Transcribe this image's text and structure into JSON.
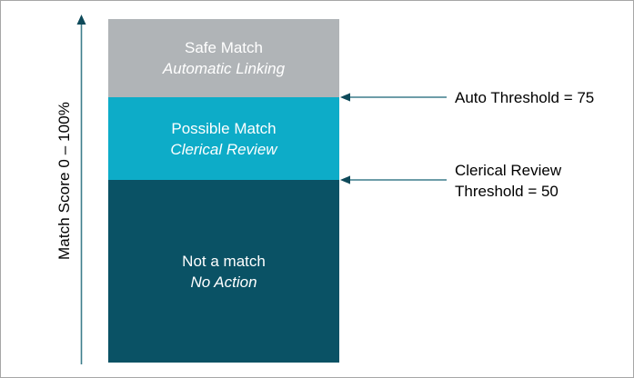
{
  "diagram": {
    "axis": {
      "label": "Match Score 0 – 100%",
      "arrow_direction": "up"
    },
    "bands": [
      {
        "id": "safe",
        "title": "Safe Match",
        "subtitle": "Automatic Linking",
        "color": "#B0B4B7",
        "score_range": "75–100"
      },
      {
        "id": "possible",
        "title": "Possible Match",
        "subtitle": "Clerical Review",
        "color": "#0DACC8",
        "score_range": "50–75"
      },
      {
        "id": "nomatch",
        "title": "Not a match",
        "subtitle": "No Action",
        "color": "#0A5265",
        "score_range": "0–50"
      }
    ],
    "thresholds": [
      {
        "id": "auto",
        "label": "Auto Threshold = 75",
        "value": 75
      },
      {
        "id": "clerical",
        "label_line1": "Clerical Review",
        "label_line2": "Threshold = 50",
        "value": 50
      }
    ],
    "colors": {
      "arrow": "#1F6A7D",
      "border": "#A6A6A6",
      "text": "#000000",
      "band_text": "#FFFFFF"
    }
  },
  "chart_data": {
    "type": "bar",
    "title": "",
    "ylabel": "Match Score 0 – 100%",
    "ylim": [
      0,
      100
    ],
    "categories": [
      "Not a match",
      "Possible Match",
      "Safe Match"
    ],
    "values": [
      50,
      25,
      25
    ],
    "annotations": [
      "Auto Threshold = 75",
      "Clerical Review Threshold = 50"
    ]
  }
}
